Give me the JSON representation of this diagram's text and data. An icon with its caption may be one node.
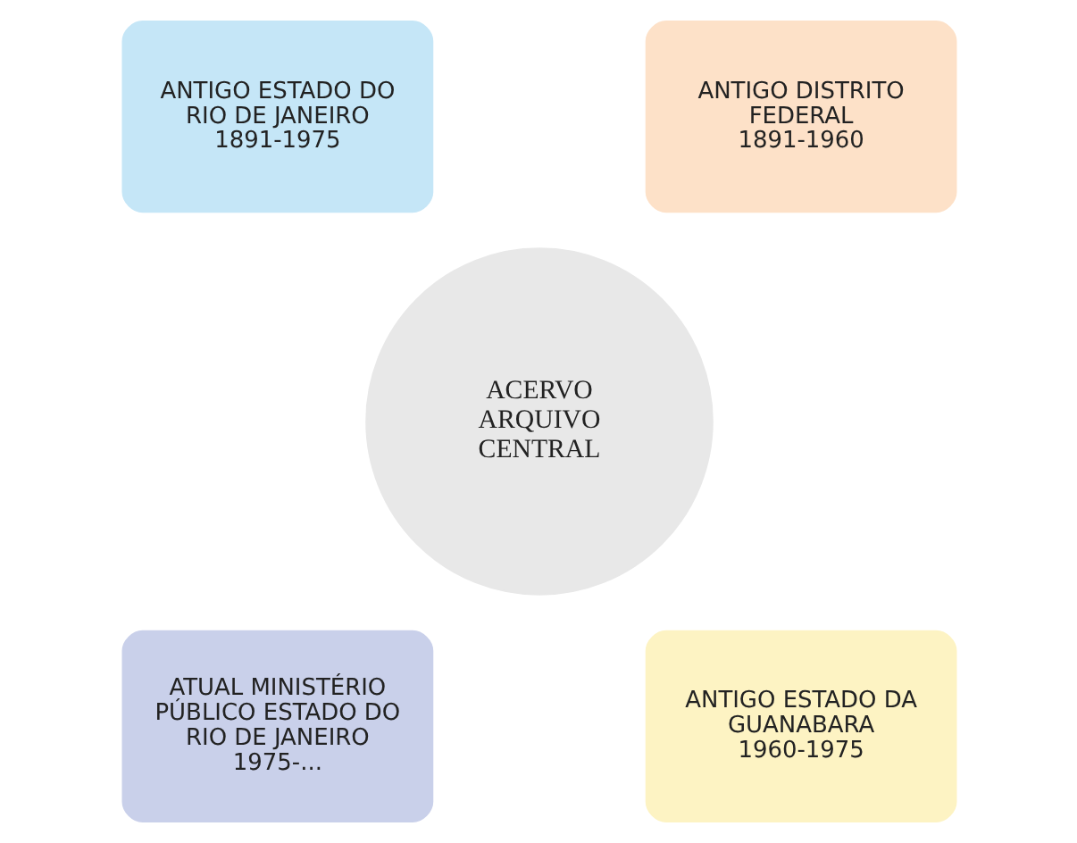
{
  "diagram": {
    "nodes": [
      {
        "text": [
          "ANTIGO ESTADO DO RIO DE JANEIRO",
          "1891-1975"
        ]
      },
      {
        "text": [
          "ANTIGO DISTRITO FEDERAL",
          "1891-1960"
        ]
      },
      {
        "text": [
          "ACERVO ARQUIVO CENTRAL"
        ]
      },
      {
        "text": [
          "ATUAL MINISTÉRIO PÚBLICO ESTADO DO RIO DE JANEIRO",
          "1975-..."
        ]
      },
      {
        "text": [
          "ANTIGO ESTADO DA GUANABARA",
          "1960-1975"
        ]
      }
    ]
  }
}
